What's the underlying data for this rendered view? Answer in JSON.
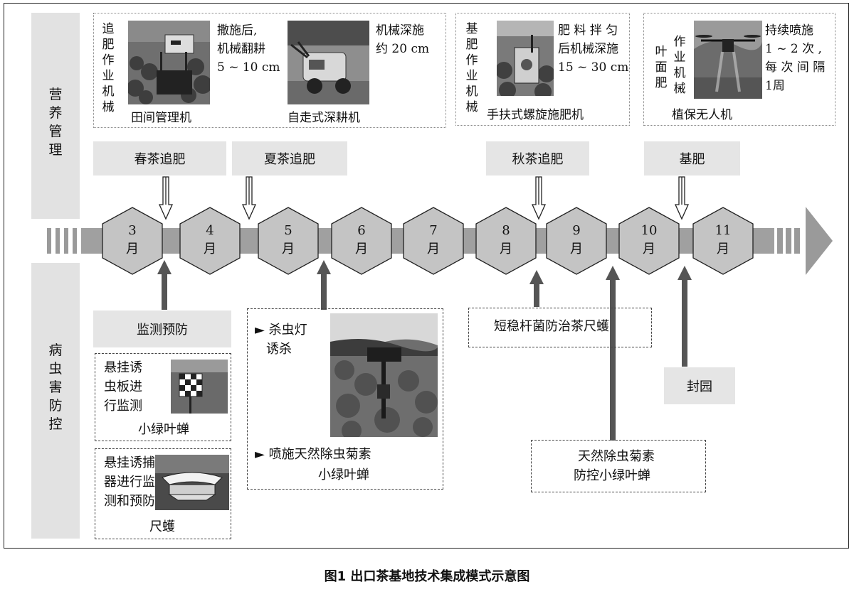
{
  "sections": {
    "nutrition": "营养管理",
    "pest": "病虫害防控"
  },
  "machinery": {
    "topdress_label": "追肥作业机械",
    "field_manager": {
      "desc": [
        "撒施后,",
        "机械翻耕",
        "5 ~ 10 cm"
      ],
      "name": "田间管理机"
    },
    "deep_tiller": {
      "desc": [
        "机械深施",
        "约 20 cm"
      ],
      "name": "自走式深耕机"
    },
    "base_label": "基肥作业机械",
    "spiral": {
      "desc": [
        "肥 料 拌 匀",
        "后机械深施",
        "15 ~ 30 cm"
      ],
      "name": "手扶式螺旋施肥机"
    },
    "foliar_label": "叶面肥",
    "foliar_machine_label": "作业机械",
    "drone": {
      "desc": [
        "持续喷施",
        "1 ~ 2  次 ,",
        "每 次 间 隔",
        "1周"
      ],
      "name": "植保无人机"
    }
  },
  "stages": {
    "spring": "春茶追肥",
    "summer": "夏茶追肥",
    "autumn": "秋茶追肥",
    "base": "基肥"
  },
  "months": [
    {
      "num": "3",
      "unit": "月"
    },
    {
      "num": "4",
      "unit": "月"
    },
    {
      "num": "5",
      "unit": "月"
    },
    {
      "num": "6",
      "unit": "月"
    },
    {
      "num": "7",
      "unit": "月"
    },
    {
      "num": "8",
      "unit": "月"
    },
    {
      "num": "9",
      "unit": "月"
    },
    {
      "num": "10",
      "unit": "月"
    },
    {
      "num": "11",
      "unit": "月"
    }
  ],
  "pest_control": {
    "monitor": "监测预防",
    "board": {
      "desc": [
        "悬挂诱",
        "虫板进",
        "行监测"
      ],
      "target": "小绿叶蝉"
    },
    "trap": {
      "desc": [
        "悬挂诱捕",
        "器进行监",
        "测和预防"
      ],
      "target": "尺蠖"
    },
    "lamp": {
      "item1": "► 杀虫灯",
      "item1b": "诱杀",
      "item2": "► 喷施天然除虫菊素",
      "target": "小绿叶蝉"
    },
    "bacillus": "短稳杆菌防治茶尺蠖",
    "close": "封园",
    "pyrethrin": [
      "天然除虫菊素",
      "防控小绿叶蝉"
    ]
  },
  "caption": "图1  出口茶基地技术集成模式示意图"
}
